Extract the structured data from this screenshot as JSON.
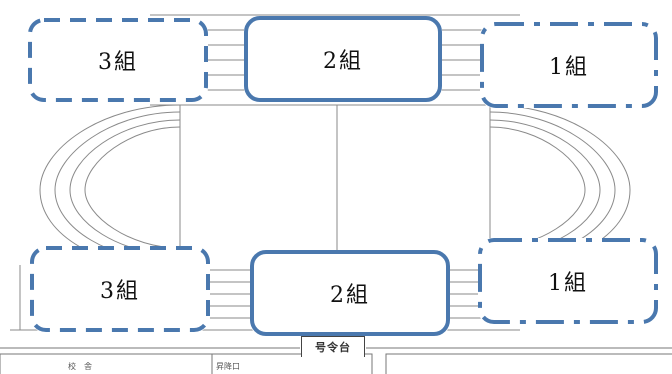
{
  "groups": {
    "top_left": "3組",
    "top_center": "2組",
    "top_right": "1組",
    "bottom_left": "3組",
    "bottom_center": "2組",
    "bottom_right": "1組"
  },
  "stand_label": "号令台",
  "buildings": {
    "school": "校　舎",
    "entrance": "昇降口"
  },
  "colors": {
    "box_border": "#4a78ae",
    "track_line": "#8a8a8a"
  }
}
